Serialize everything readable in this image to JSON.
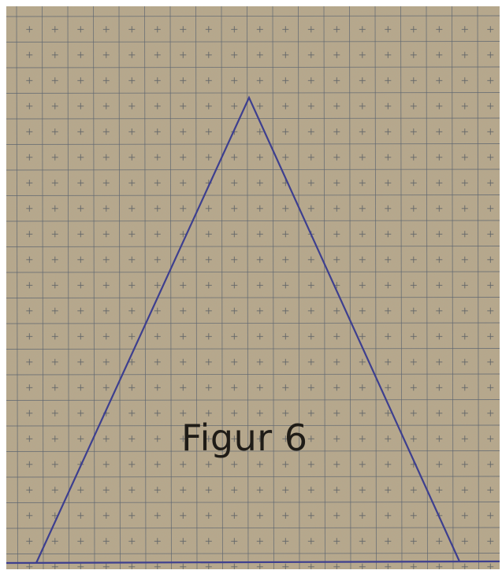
{
  "figure": {
    "caption": "Figur 6",
    "colors": {
      "paper": "#b6a78a",
      "grid_line": "#5d6670",
      "cross_mark": "#4f5660",
      "triangle_stroke": "#3d3f8f",
      "caption_text": "#1f1c17"
    },
    "shape": "isosceles-triangle",
    "background": "grid-paper"
  }
}
